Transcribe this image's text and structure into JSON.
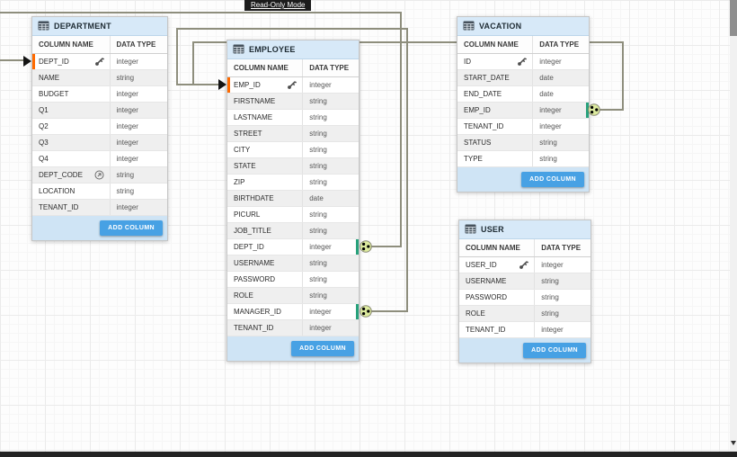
{
  "tooltip": {
    "label": "Read-Only Mode"
  },
  "labels": {
    "column_name": "COLUMN NAME",
    "data_type": "DATA TYPE",
    "add_column": "ADD COLUMN"
  },
  "colors": {
    "accent_blue": "#47a1e4",
    "header_blue": "#d7e9f8",
    "line": "#8e8e7d",
    "orange_marker": "#ff6a00",
    "green_marker": "#27a17b",
    "connector_fill": "#dcea9e",
    "tooltip_bg": "#1c1c1c"
  },
  "tables": [
    {
      "title": "DEPARTMENT",
      "columns": [
        {
          "name": "DEPT_ID",
          "type": "integer",
          "key": true,
          "marker": "left-orange"
        },
        {
          "name": "NAME",
          "type": "string"
        },
        {
          "name": "BUDGET",
          "type": "integer"
        },
        {
          "name": "Q1",
          "type": "integer"
        },
        {
          "name": "Q2",
          "type": "integer"
        },
        {
          "name": "Q3",
          "type": "integer"
        },
        {
          "name": "Q4",
          "type": "integer"
        },
        {
          "name": "DEPT_CODE",
          "type": "string",
          "ref": true
        },
        {
          "name": "LOCATION",
          "type": "string"
        },
        {
          "name": "TENANT_ID",
          "type": "integer"
        }
      ]
    },
    {
      "title": "EMPLOYEE",
      "columns": [
        {
          "name": "EMP_ID",
          "type": "integer",
          "key": true,
          "marker": "left-orange"
        },
        {
          "name": "FIRSTNAME",
          "type": "string"
        },
        {
          "name": "LASTNAME",
          "type": "string"
        },
        {
          "name": "STREET",
          "type": "string"
        },
        {
          "name": "CITY",
          "type": "string"
        },
        {
          "name": "STATE",
          "type": "string"
        },
        {
          "name": "ZIP",
          "type": "string"
        },
        {
          "name": "BIRTHDATE",
          "type": "date"
        },
        {
          "name": "PICURL",
          "type": "string"
        },
        {
          "name": "JOB_TITLE",
          "type": "string"
        },
        {
          "name": "DEPT_ID",
          "type": "integer",
          "marker": "right-green"
        },
        {
          "name": "USERNAME",
          "type": "string"
        },
        {
          "name": "PASSWORD",
          "type": "string"
        },
        {
          "name": "ROLE",
          "type": "string"
        },
        {
          "name": "MANAGER_ID",
          "type": "integer",
          "marker": "right-green"
        },
        {
          "name": "TENANT_ID",
          "type": "integer"
        }
      ]
    },
    {
      "title": "VACATION",
      "columns": [
        {
          "name": "ID",
          "type": "integer",
          "key": true
        },
        {
          "name": "START_DATE",
          "type": "date"
        },
        {
          "name": "END_DATE",
          "type": "date"
        },
        {
          "name": "EMP_ID",
          "type": "integer",
          "marker": "right-green"
        },
        {
          "name": "TENANT_ID",
          "type": "integer"
        },
        {
          "name": "STATUS",
          "type": "string"
        },
        {
          "name": "TYPE",
          "type": "string"
        }
      ]
    },
    {
      "title": "USER",
      "columns": [
        {
          "name": "USER_ID",
          "type": "integer",
          "key": true
        },
        {
          "name": "USERNAME",
          "type": "string"
        },
        {
          "name": "PASSWORD",
          "type": "string"
        },
        {
          "name": "ROLE",
          "type": "string"
        },
        {
          "name": "TENANT_ID",
          "type": "integer"
        }
      ]
    }
  ],
  "relationships": [
    {
      "from": "EMPLOYEE.DEPT_ID",
      "to": "DEPARTMENT.DEPT_ID"
    },
    {
      "from": "EMPLOYEE.MANAGER_ID",
      "to": "EMPLOYEE.EMP_ID"
    },
    {
      "from": "VACATION.EMP_ID",
      "to": "EMPLOYEE.EMP_ID"
    }
  ]
}
